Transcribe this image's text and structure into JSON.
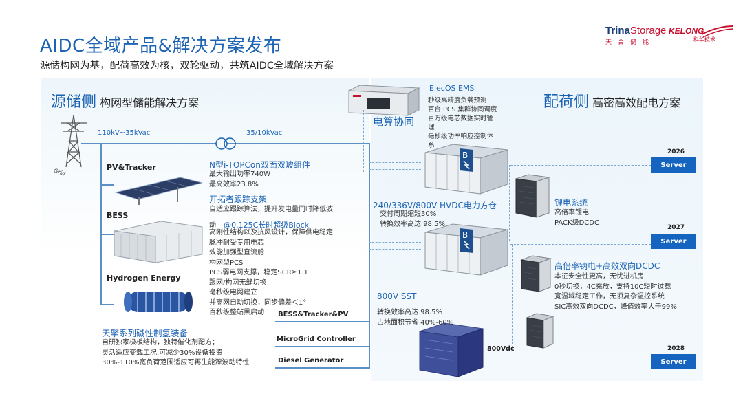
{
  "header": {
    "title": "AIDC全域产品&解决方案发布",
    "subtitle": "源储构网为基，配荷高效为核，双轮驱动，共筑AIDC全域解决方案",
    "logo_trina_main": "Trina",
    "logo_trina_storage": "Storage",
    "logo_trina_sub": "天合储能",
    "logo_kelong": "KELONG",
    "logo_kelong_sub": "科华技术"
  },
  "left": {
    "title_big": "源储侧",
    "title_small": "构网型储能解决方案",
    "voltage_high": "110kV~35kVac",
    "voltage_mid": "35/10kVac",
    "grid_label": "Grid",
    "sources": [
      "PV&Tracker",
      "BESS",
      "Hydrogen Energy"
    ],
    "module_title": "N型i-TOPCon双面双玻组件",
    "module_lines": [
      "最大输出功率740W",
      "最高效率23.8%"
    ],
    "tracker_title": "开拓者跟踪支架",
    "tracker_line1": "自适应跟踪算法，提升发电量同时降低波",
    "tracker_line2": "动",
    "block_title": "@0.125C长时超级Block",
    "block_lines": [
      "高刚性结构以及抗风设计，保障供电稳定",
      "脉冲耐受专用电芯",
      "效能加强型直流舱",
      "构网型PCS",
      "PCS弱电网支撑，稳定SCR≥1.1",
      "跟网/构网无缝切换",
      "毫秒级电网建立",
      "并离网自动切换，同步偏差＜1°",
      "百秒级整站黑启动"
    ],
    "bus_labels": [
      "BESS&Tracker&PV",
      "MicroGrid Controller",
      "Diesel Generator"
    ],
    "hydrogen_title": "天擎系列碱性制氢装备",
    "hydrogen_lines": [
      "自研独家极板结构，独特催化剂配方；",
      "灵活适应变载工况,可减少30%设备投资",
      "30%-110%宽负荷范围适应可再生能源波动特性"
    ]
  },
  "right": {
    "title_big": "配荷侧",
    "title_small": "高密高效配电方案",
    "coordination": "电算协同",
    "ems_title": "ElecOS EMS",
    "ems_lines": [
      "秒级高精度负载预测",
      "百台 PCS 集群协同调度",
      "百万级电芯数据实时管",
      "理",
      "毫秒级功率响应控制体",
      "系"
    ],
    "hvdc_title": "240/336V/800V  HVDC电力方仓",
    "hvdc_lines": [
      "交付周期缩短30%",
      "转换效率高达 98.5%"
    ],
    "lithium_title": "锂电系统",
    "lithium_lines": [
      "高倍率锂电",
      "PACK级DCDC"
    ],
    "sodium_title": "高倍率钠电+高效双向DCDC",
    "sodium_lines": [
      "本征安全性更高，无忧进机房",
      "0秒切换，4C充放，支持10C短时过载",
      "宽温域稳定工作，无须复杂温控系统",
      "SIC高效双向DCDC，峰值效率大于99%"
    ],
    "sst_title": "800V SST",
    "sst_lines": [
      "转换效率高达 98.5%",
      "占地面积节省 40%-60%"
    ],
    "dc_label": "800Vdc",
    "servers": [
      {
        "year": "2026",
        "label": "Server"
      },
      {
        "year": "2027",
        "label": "Server"
      },
      {
        "year": "2028",
        "label": "Server"
      }
    ]
  }
}
